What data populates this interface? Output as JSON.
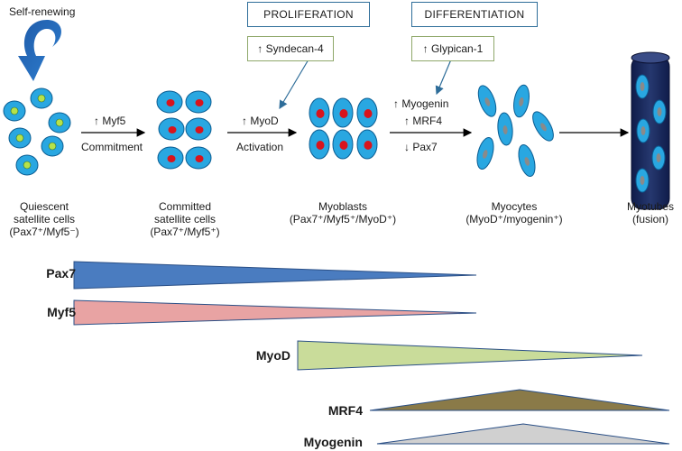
{
  "self_renewing": "Self-renewing",
  "header_boxes": {
    "proliferation": "PROLIFERATION",
    "differentiation": "DIFFERENTIATION"
  },
  "factor_boxes": {
    "syndecan": "↑ Syndecan-4",
    "glypican": "↑ Glypican-1"
  },
  "arrow_labels": {
    "myf5_up": "↑ Myf5",
    "commitment": "Commitment",
    "myod_up": "↑ MyoD",
    "activation": "Activation",
    "myogenin_up": "↑ Myogenin",
    "mrf4_up": "↑ MRF4",
    "pax7_down": "↓ Pax7"
  },
  "stages": [
    {
      "line1": "Quiescent",
      "line2": "satellite cells",
      "marker": "(Pax7⁺/Myf5⁻)"
    },
    {
      "line1": "Committed",
      "line2": "satellite cells",
      "marker": "(Pax7⁺/Myf5⁺)"
    },
    {
      "line1": "Myoblasts",
      "line2": "",
      "marker": "(Pax7⁺/Myf5⁺/MyoD⁺)"
    },
    {
      "line1": "Myocytes",
      "line2": "",
      "marker": "(MyoD⁺/myogenin⁺)"
    },
    {
      "line1": "Myotubes",
      "line2": "",
      "marker": "(fusion)"
    }
  ],
  "gradients": [
    {
      "name": "Pax7",
      "color": "#4a7cc0"
    },
    {
      "name": "Myf5",
      "color": "#e8a3a3"
    },
    {
      "name": "MyoD",
      "color": "#c9dc9a"
    },
    {
      "name": "MRF4",
      "color": "#8a7a48"
    },
    {
      "name": "Myogenin",
      "color": "#d0d0d0"
    }
  ],
  "colors": {
    "cell": "#29a7e1",
    "cell_outline": "#0b5d92",
    "quiescent_nucleus": "#b6e24a",
    "committed_nucleus": "#d9141c",
    "myocyte_nucleus": "#8a8a8a",
    "myotube": "#1b2a5e"
  }
}
